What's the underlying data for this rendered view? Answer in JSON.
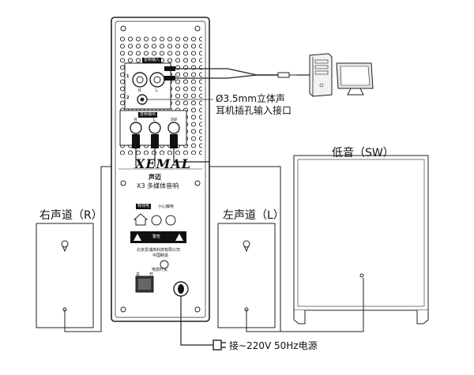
{
  "labels": {
    "left_speaker": "右声道（R）",
    "right_speaker": "左声道（L）",
    "subwoofer": "低音（SW）",
    "jack_line1": "Ø3.5mm立体声",
    "jack_line2": "耳机插孔输入接口",
    "power": "接~220V 50Hz电源"
  },
  "panel": {
    "input_tag": "音频输入",
    "output_tag": "音频输出",
    "in1": "1",
    "in2": "2",
    "ch_r": "R",
    "ch_l": "L",
    "out_r": "R",
    "out_l": "L",
    "out_sw": "SW",
    "brand": "XEMAL",
    "brand_cn": "声迈",
    "model": "X3 多媒体音响",
    "safety_tag": "有线电",
    "safety_note": "小心触电",
    "warning": "警告",
    "company": "北京爱浦高科技有限公司",
    "made_in": "中国制造",
    "switch_label": "电源开关",
    "switch_off": "关",
    "switch_on": "开"
  },
  "colors": {
    "line": "#222222",
    "panel_fill": "#ffffff",
    "monitor_fill": "#e6e6e6",
    "tower_fill": "#f2f2f2"
  }
}
